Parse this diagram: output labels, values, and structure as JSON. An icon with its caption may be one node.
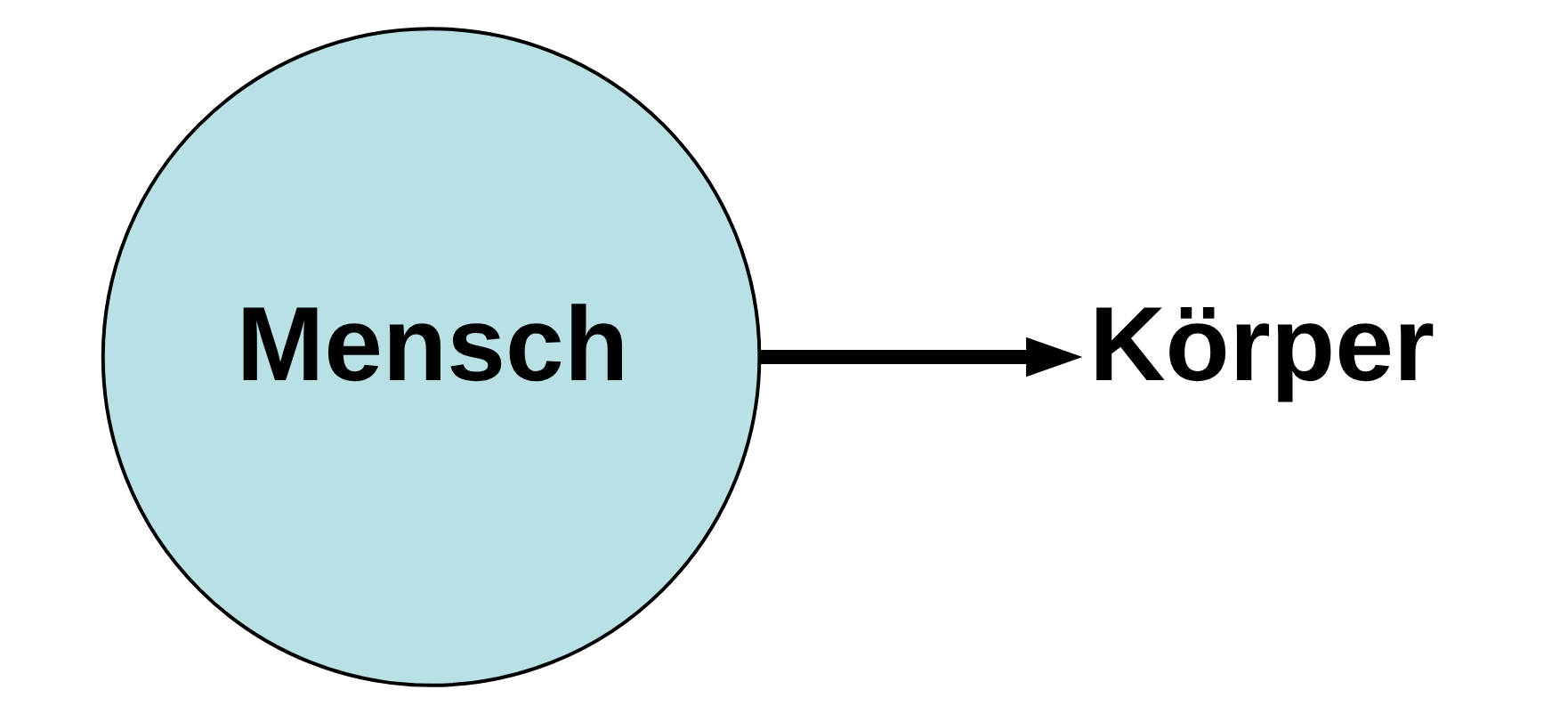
{
  "diagram": {
    "nodes": [
      {
        "text": [
          "Mensch"
        ]
      },
      {
        "text": [
          "Körper"
        ]
      }
    ],
    "edges": [
      {
        "from": 0,
        "to": 1,
        "arrow": "to"
      }
    ]
  }
}
